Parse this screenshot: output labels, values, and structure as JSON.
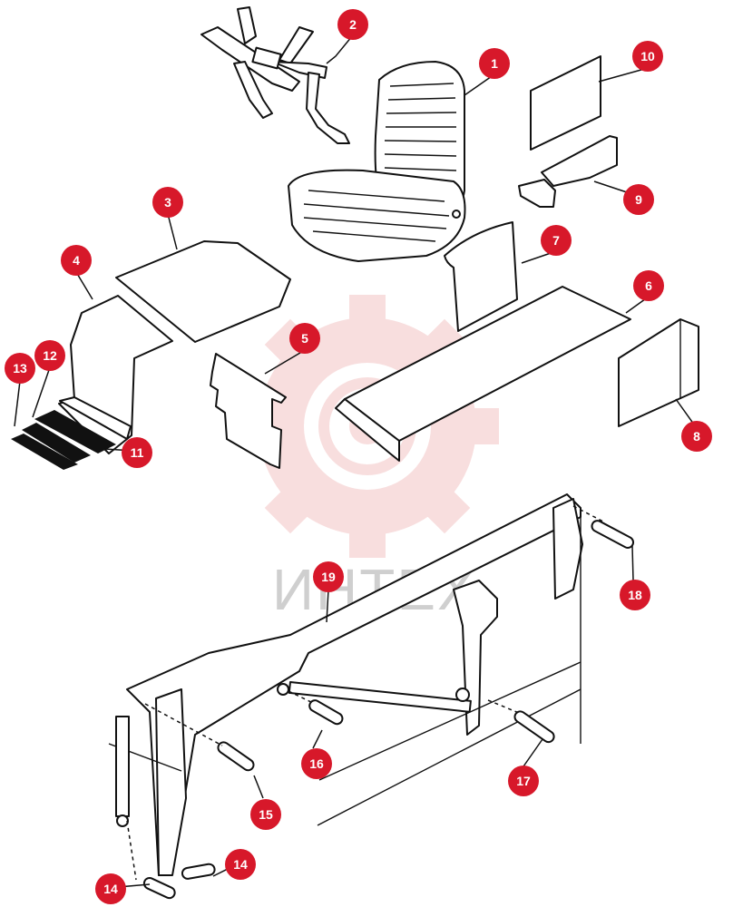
{
  "watermark": {
    "text": "ИНТЕХ",
    "gear_color": "#f3c4c4",
    "text_color": "#cfcfcf"
  },
  "callout_color": "#d7182a",
  "callouts": [
    {
      "id": "1",
      "label": "1"
    },
    {
      "id": "2",
      "label": "2"
    },
    {
      "id": "3",
      "label": "3"
    },
    {
      "id": "4",
      "label": "4"
    },
    {
      "id": "5",
      "label": "5"
    },
    {
      "id": "6",
      "label": "6"
    },
    {
      "id": "7",
      "label": "7"
    },
    {
      "id": "8",
      "label": "8"
    },
    {
      "id": "9",
      "label": "9"
    },
    {
      "id": "10",
      "label": "10"
    },
    {
      "id": "11",
      "label": "11"
    },
    {
      "id": "12",
      "label": "12"
    },
    {
      "id": "13",
      "label": "13"
    },
    {
      "id": "14a",
      "label": "14"
    },
    {
      "id": "14b",
      "label": "14"
    },
    {
      "id": "15",
      "label": "15"
    },
    {
      "id": "16",
      "label": "16"
    },
    {
      "id": "17",
      "label": "17"
    },
    {
      "id": "18",
      "label": "18"
    },
    {
      "id": "19",
      "label": "19"
    }
  ]
}
